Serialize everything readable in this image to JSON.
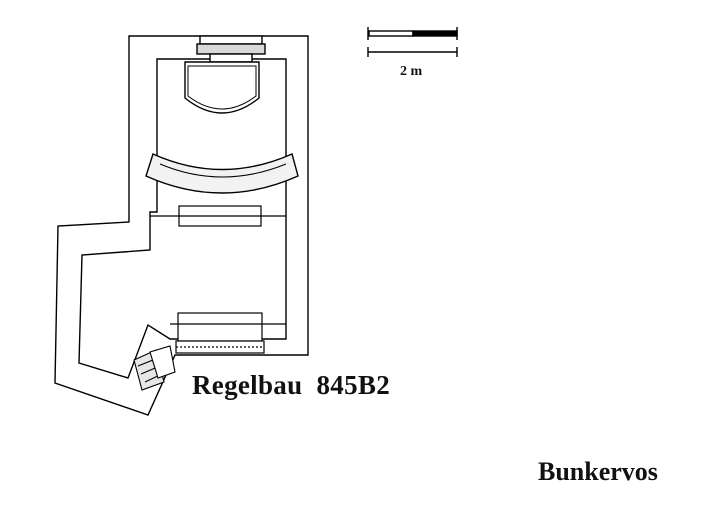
{
  "diagram": {
    "title": "Regelbau  845B2",
    "credit": "Bunkervos",
    "scale_bar": {
      "label": "2 m"
    }
  }
}
